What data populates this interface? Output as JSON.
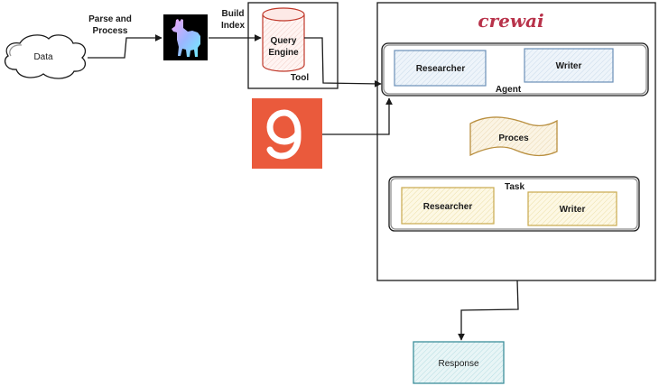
{
  "source": {
    "label": "Data",
    "edge_label_line1": "Parse and",
    "edge_label_line2": "Process"
  },
  "index_step": {
    "label_line1": "Build",
    "label_line2": "Index"
  },
  "tool": {
    "engine_line1": "Query",
    "engine_line2": "Engine",
    "label": "Tool"
  },
  "crew": {
    "logo_text": "crewai",
    "agent": {
      "label": "Agent",
      "members": [
        "Researcher",
        "Writer"
      ]
    },
    "process": {
      "label": "Proces"
    },
    "task": {
      "label": "Task",
      "members": [
        "Researcher",
        "Writer"
      ]
    }
  },
  "output": {
    "label": "Response"
  },
  "colors": {
    "agent_fill": "#e6eff6",
    "agent_stroke": "#6b8fb8",
    "task_fill": "#fbf5dc",
    "task_stroke": "#c9a94d",
    "process_fill": "#faf3e2",
    "process_stroke": "#b98f3f",
    "response_fill": "#e3f3f5",
    "response_stroke": "#3d8f9c",
    "search_tool_bg": "#ea5a3c",
    "logo_text": "#b8324a"
  }
}
